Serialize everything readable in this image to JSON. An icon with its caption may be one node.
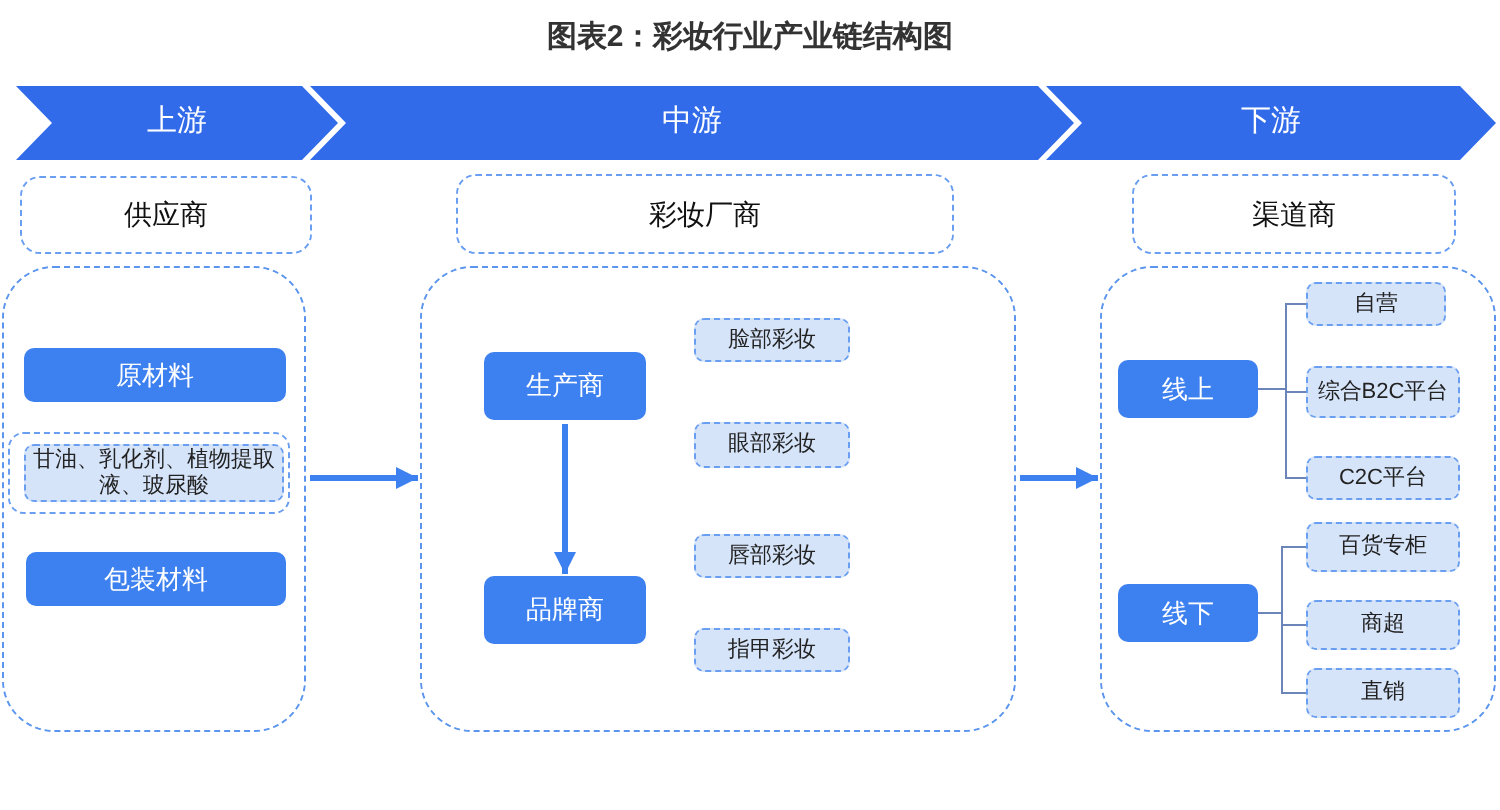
{
  "diagram": {
    "title": "图表2：彩妆行业产业链结构图",
    "nodes": [
      {
        "text": [
          "上游"
        ]
      },
      {
        "text": [
          "中游"
        ]
      },
      {
        "text": [
          "下游"
        ]
      },
      {
        "text": [
          "供应商"
        ]
      },
      {
        "text": [
          "彩妆厂商"
        ]
      },
      {
        "text": [
          "渠道商"
        ]
      },
      {
        "text": [],
        "shape": "box"
      },
      {
        "text": [
          "原材料"
        ],
        "in": 6
      },
      {
        "text": [],
        "shape": "box",
        "in": 6
      },
      {
        "text": [
          "甘油、乳化剂、植物提取液、玻尿酸"
        ],
        "in": 8
      },
      {
        "text": [
          "包装材料"
        ],
        "in": 6
      },
      {
        "text": [],
        "shape": "box"
      },
      {
        "text": [
          "生产商"
        ],
        "in": 11
      },
      {
        "text": [
          "品牌商"
        ],
        "in": 11
      },
      {
        "text": [
          "脸部彩妆"
        ],
        "in": 11
      },
      {
        "text": [
          "眼部彩妆"
        ],
        "in": 11
      },
      {
        "text": [
          "唇部彩妆"
        ],
        "in": 11
      },
      {
        "text": [
          "指甲彩妆"
        ],
        "in": 11
      },
      {
        "text": [],
        "shape": "box"
      },
      {
        "text": [
          "线上"
        ],
        "in": 18
      },
      {
        "text": [
          "自营"
        ],
        "in": 18
      },
      {
        "text": [
          "综合B2C平台"
        ],
        "in": 18
      },
      {
        "text": [
          "C2C平台"
        ],
        "in": 18
      },
      {
        "text": [
          "线下"
        ],
        "in": 18
      },
      {
        "text": [
          "百货专柜"
        ],
        "in": 18
      },
      {
        "text": [
          "商超"
        ],
        "in": 18
      },
      {
        "text": [
          "直销"
        ],
        "in": 18
      }
    ],
    "edges": [
      {
        "from": 6,
        "to": 11,
        "arrow": "to",
        "style": "thick",
        "color": "#3d80f0"
      },
      {
        "from": 11,
        "to": 18,
        "arrow": "to",
        "style": "thick",
        "color": "#3d80f0"
      },
      {
        "from": 12,
        "to": 13,
        "arrow": "to",
        "style": "thick",
        "color": "#3d80f0"
      },
      {
        "from": 19,
        "to": 20,
        "arrow": "none"
      },
      {
        "from": 19,
        "to": 21,
        "arrow": "none"
      },
      {
        "from": 19,
        "to": 22,
        "arrow": "none"
      },
      {
        "from": 23,
        "to": 24,
        "arrow": "none"
      },
      {
        "from": 23,
        "to": 25,
        "arrow": "none"
      },
      {
        "from": 23,
        "to": 26,
        "arrow": "none"
      }
    ]
  }
}
